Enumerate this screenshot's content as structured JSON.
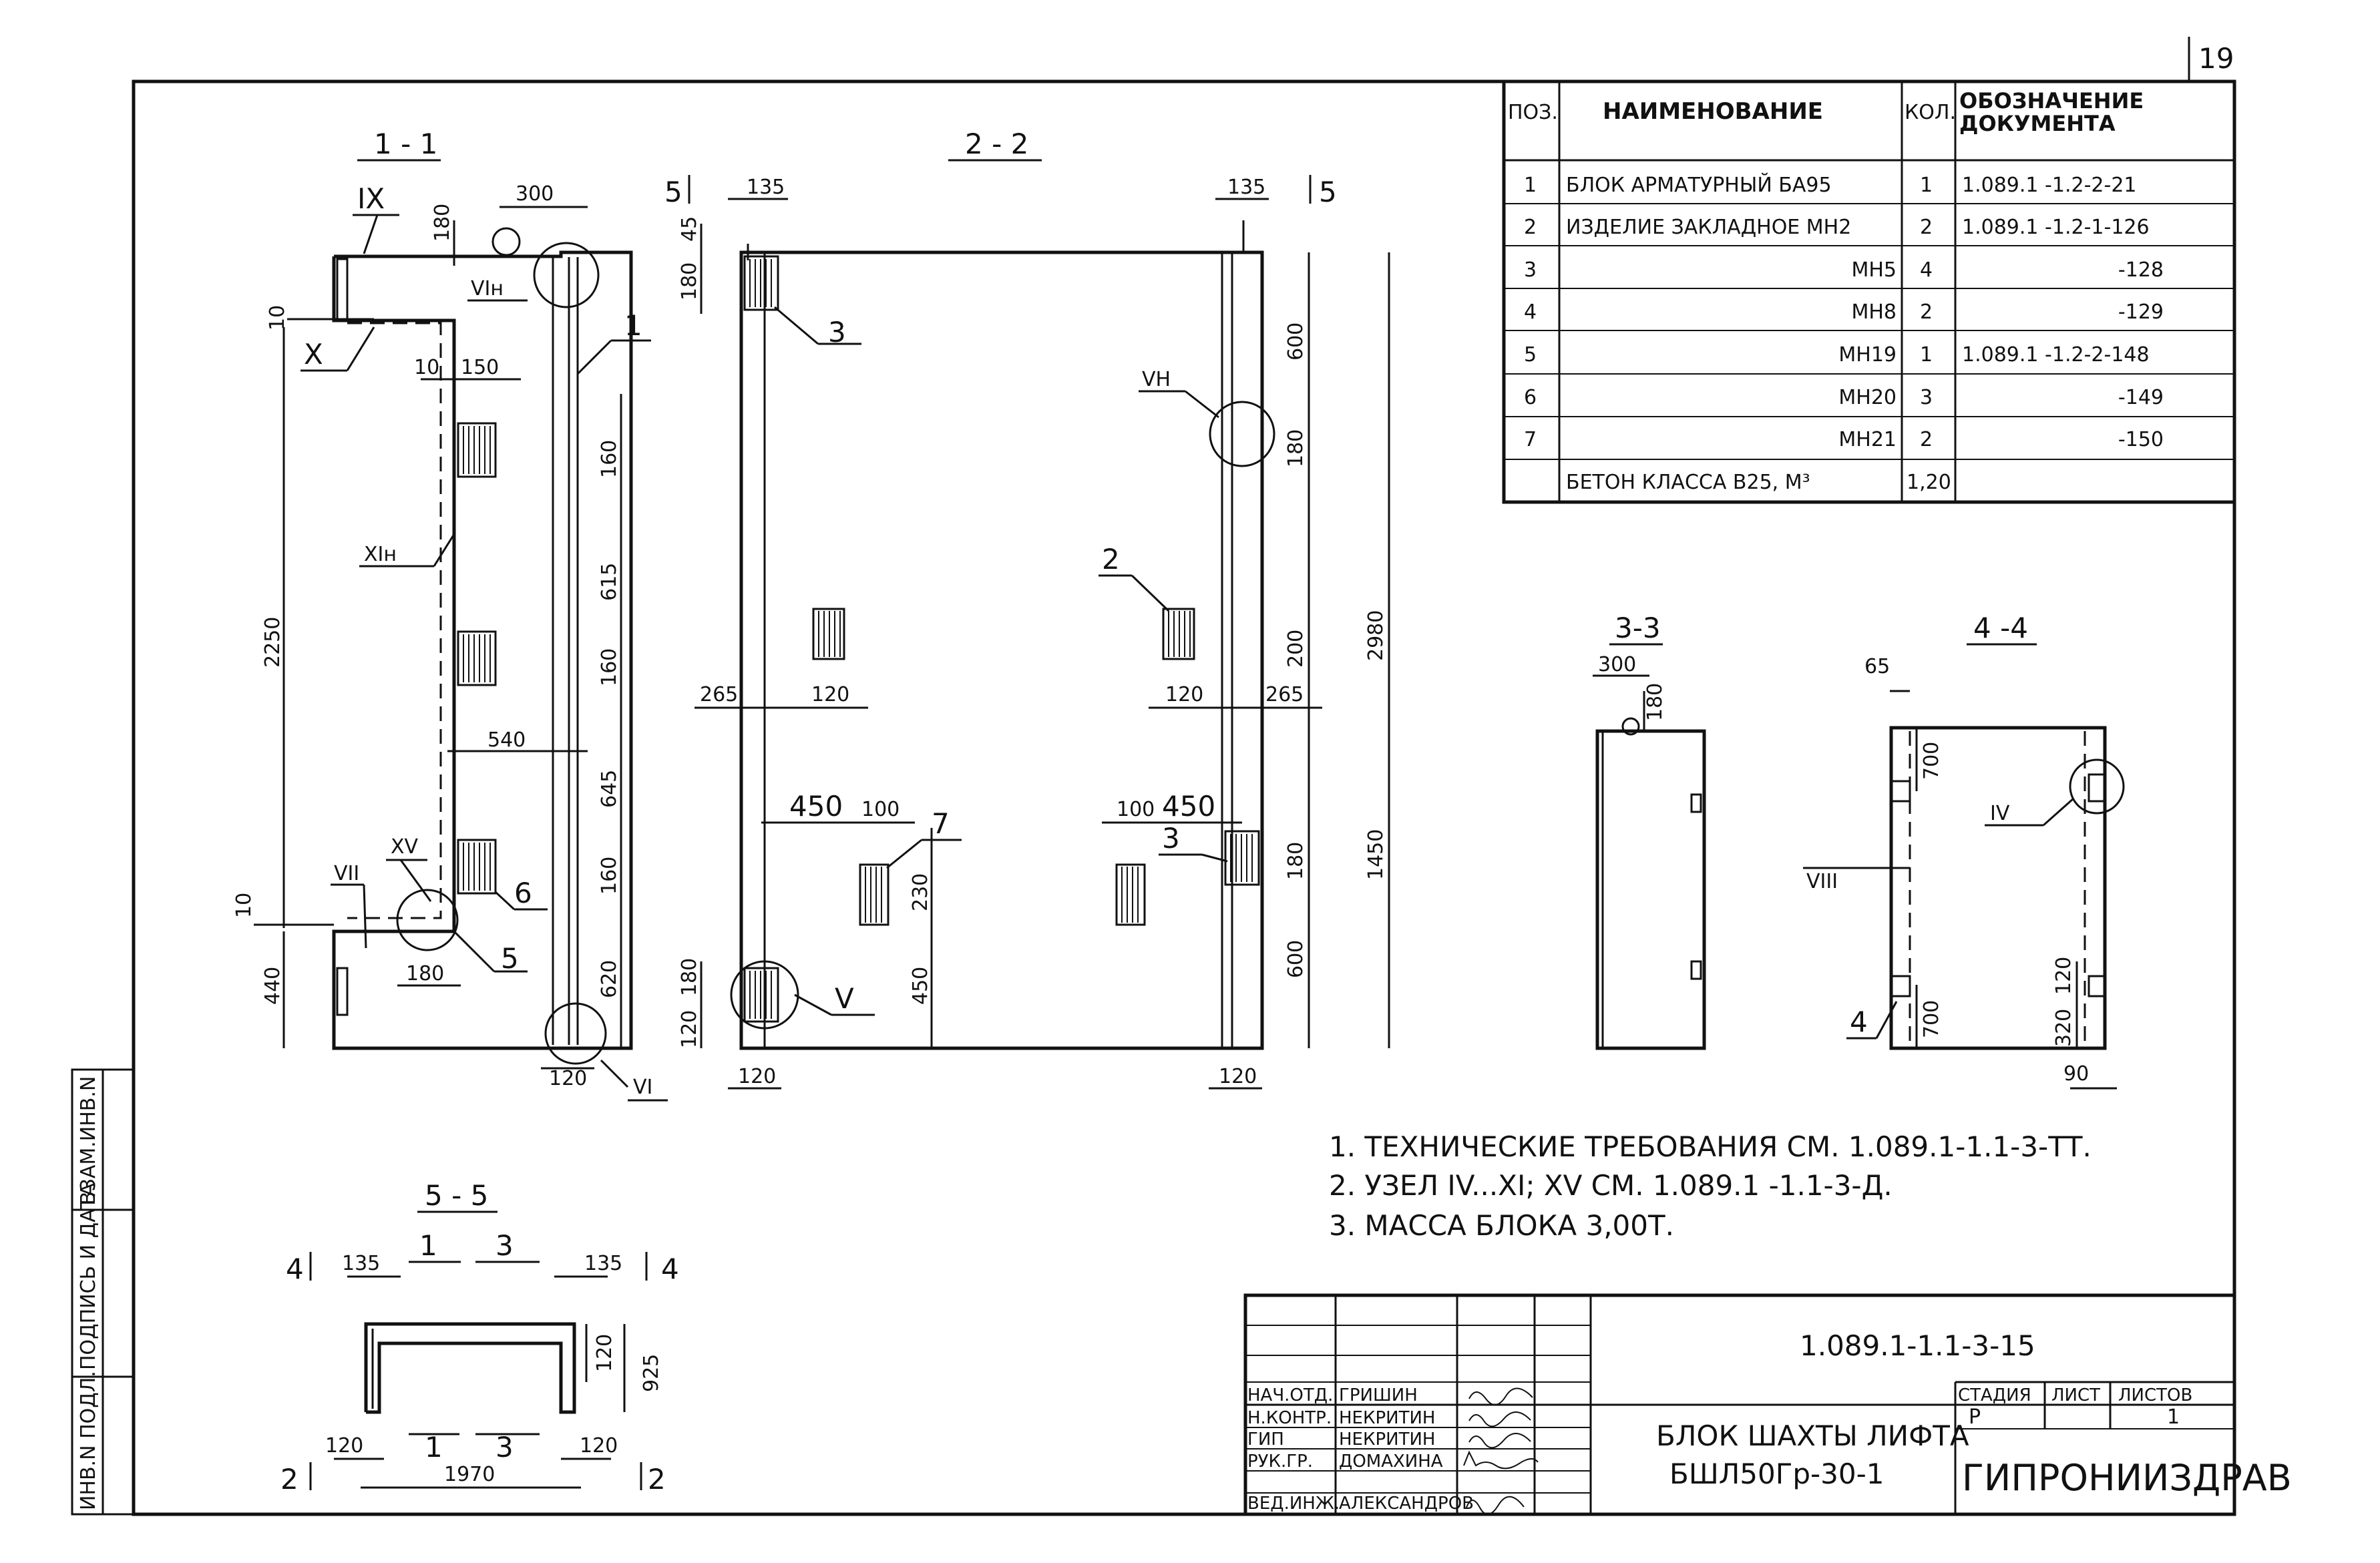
{
  "sheet_number": "19",
  "spec_table": {
    "headers": {
      "pos": "ПОЗ.",
      "name": "НАИМЕНОВАНИЕ",
      "qty": "КОЛ.",
      "doc": "ОБОЗНАЧЕНИЕ ДОКУМЕНТА"
    },
    "rows": [
      {
        "pos": "1",
        "name": "БЛОК АРМАТУРНЫЙ   БА95",
        "qty": "1",
        "doc": "1.089.1 -1.2-2-21"
      },
      {
        "pos": "2",
        "name": "ИЗДЕЛИЕ ЗАКЛАДНОЕ МН2",
        "qty": "2",
        "doc": "1.089.1 -1.2-1-126"
      },
      {
        "pos": "3",
        "name": "МН5",
        "qty": "4",
        "doc": "-128"
      },
      {
        "pos": "4",
        "name": "МН8",
        "qty": "2",
        "doc": "-129"
      },
      {
        "pos": "5",
        "name": "МН19",
        "qty": "1",
        "doc": "1.089.1 -1.2-2-148"
      },
      {
        "pos": "6",
        "name": "МН20",
        "qty": "3",
        "doc": "-149"
      },
      {
        "pos": "7",
        "name": "МН21",
        "qty": "2",
        "doc": "-150"
      },
      {
        "pos": "",
        "name": "БЕТОН  КЛАССА  В25, М³",
        "qty": "1,20",
        "doc": ""
      }
    ]
  },
  "notes": [
    "1. ТЕХНИЧЕСКИЕ   ТРЕБОВАНИЯ СМ. 1.089.1-1.1-3-ТТ.",
    "2. УЗЕЛ IV...XI; XV СМ. 1.089.1 -1.1-3-Д.",
    "3. МАССА   БЛОКА   3,00Т."
  ],
  "title_block": {
    "doc_code": "1.089.1-1.1-3-15",
    "title_line1": "БЛОК  ШАХТЫ  ЛИФТА",
    "title_line2": "БШЛ50Гр-30-1",
    "stage_header": "СТАДИЯ",
    "sheet_header": "ЛИСТ",
    "sheets_header": "ЛИСТОВ",
    "stage": "Р",
    "sheets": "1",
    "org": "ГИПРОНИИЗДРАВ",
    "roles": [
      {
        "role": "НАЧ.ОТД.",
        "name": "ГРИШИН"
      },
      {
        "role": "Н.КОНТР.",
        "name": "НЕКРИТИН"
      },
      {
        "role": "ГИП",
        "name": "НЕКРИТИН"
      },
      {
        "role": "РУК.ГР.",
        "name": "ДОМАХИНА"
      },
      {
        "role": "ВЕД.ИНЖ.",
        "name": "АЛЕКСАНДРОВ"
      }
    ]
  },
  "side_stamp": {
    "col1": "ИНВ.N ПОДЛ.",
    "col2": "ПОДПИСЬ И ДАТА",
    "col3": "ВЗАМ.ИНВ.N"
  },
  "sections": {
    "s11": {
      "title": "1 - 1",
      "dims": [
        "300",
        "180",
        "10",
        "10",
        "150",
        "160",
        "615",
        "160",
        "645",
        "160",
        "620",
        "2250",
        "540",
        "440",
        "180",
        "10",
        "120"
      ],
      "callouts": [
        "IX",
        "Х",
        "VIн",
        "ХIн",
        "VII",
        "ХV",
        "VI",
        "1",
        "5",
        "6"
      ]
    },
    "s22": {
      "title": "2 - 2",
      "dims": [
        "135",
        "45",
        "180",
        "135",
        "600",
        "180",
        "200",
        "2980",
        "265",
        "120",
        "120",
        "265",
        "450",
        "100",
        "100",
        "450",
        "230",
        "180",
        "1450",
        "450",
        "600",
        "120",
        "180",
        "120",
        "120"
      ],
      "callouts": [
        "5",
        "5",
        "3",
        "VН",
        "2",
        "7",
        "3",
        "V"
      ]
    },
    "s33": {
      "title": "3-3",
      "dims": [
        "300",
        "180"
      ]
    },
    "s44": {
      "title": "4 -4",
      "dims": [
        "65",
        "700",
        "700",
        "120",
        "320",
        "90"
      ],
      "callouts": [
        "IV",
        "VIII",
        "4"
      ]
    },
    "s55": {
      "title": "5 - 5",
      "dims": [
        "135",
        "135",
        "120",
        "925",
        "120",
        "120",
        "1970"
      ],
      "callouts": [
        "4",
        "4",
        "1",
        "3",
        "1",
        "3",
        "2",
        "2"
      ]
    }
  }
}
